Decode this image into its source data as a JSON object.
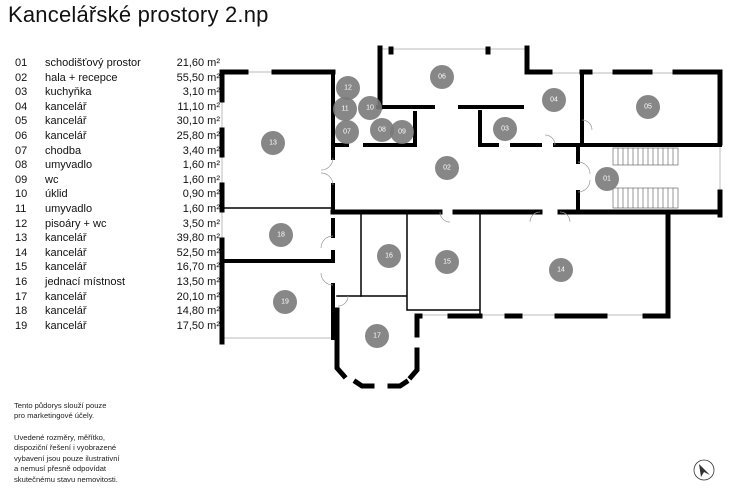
{
  "title": "Kancelářské prostory 2.np",
  "rooms": [
    {
      "num": "01",
      "name": "schodišťový prostor",
      "area": "21,60 m²"
    },
    {
      "num": "02",
      "name": "hala + recepce",
      "area": "55,50 m²"
    },
    {
      "num": "03",
      "name": "kuchyňka",
      "area": "3,10 m²"
    },
    {
      "num": "04",
      "name": "kancelář",
      "area": "11,10 m²"
    },
    {
      "num": "05",
      "name": "kancelář",
      "area": "30,10 m²"
    },
    {
      "num": "06",
      "name": "kancelář",
      "area": "25,80 m²"
    },
    {
      "num": "07",
      "name": "chodba",
      "area": "3,40 m²"
    },
    {
      "num": "08",
      "name": "umyvadlo",
      "area": "1,60 m²"
    },
    {
      "num": "09",
      "name": "wc",
      "area": "1,60 m²"
    },
    {
      "num": "10",
      "name": "úklid",
      "area": "0,90 m²"
    },
    {
      "num": "11",
      "name": "umyvadlo",
      "area": "1,60 m²"
    },
    {
      "num": "12",
      "name": "pisoáry + wc",
      "area": "3,50 m²"
    },
    {
      "num": "13",
      "name": "kancelář",
      "area": "39,80 m²"
    },
    {
      "num": "14",
      "name": "kancelář",
      "area": "52,50 m²"
    },
    {
      "num": "15",
      "name": "kancelář",
      "area": "16,70 m²"
    },
    {
      "num": "16",
      "name": "jednací místnost",
      "area": "13,50 m²"
    },
    {
      "num": "17",
      "name": "kancelář",
      "area": "20,10 m²"
    },
    {
      "num": "18",
      "name": "kancelář",
      "area": "14,80 m²"
    },
    {
      "num": "19",
      "name": "kancelář",
      "area": "17,50 m²"
    }
  ],
  "disclaimer": {
    "line1": "Tento půdorys slouží pouze",
    "line2": "pro marketingové účely.",
    "line3": "Uvedené rozměry, měřítko,",
    "line4": "dispoziční řešení i vyobrazené",
    "line5": "vybavení jsou pouze ilustrativní",
    "line6": "a nemusí přesně odpovídat",
    "line7": "skutečnému stavu nemovitosti."
  },
  "colors": {
    "wall": "#000000",
    "marker": "#7a7a7a",
    "window": "#bbbbbb"
  },
  "icons": {
    "compass": "north-arrow-icon"
  }
}
